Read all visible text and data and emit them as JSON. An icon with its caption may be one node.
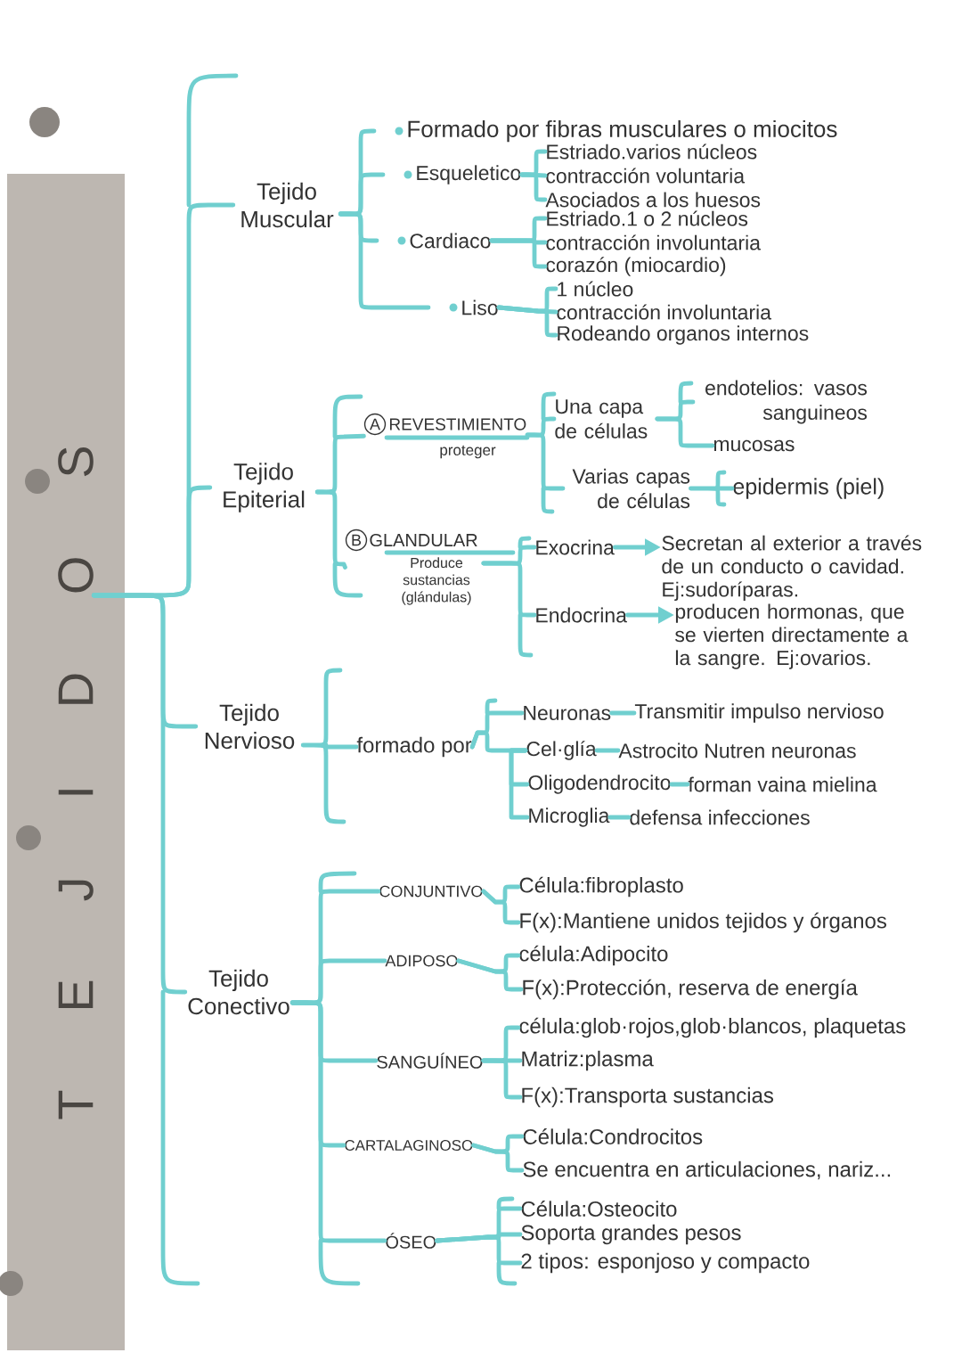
{
  "diagram": {
    "nodes": [
      {
        "text": [
          "T E J I D O S"
        ]
      },
      {
        "text": [
          "Tejido Muscular"
        ]
      },
      {
        "text": [
          "Formado por fibras musculares o miocitos"
        ]
      },
      {
        "text": [
          "Esqueletico"
        ]
      },
      {
        "text": [
          "Estriado.varios núcleos"
        ]
      },
      {
        "text": [
          "contracción voluntaria"
        ]
      },
      {
        "text": [
          "Asociados a los huesos"
        ]
      },
      {
        "text": [
          "Cardiaco"
        ]
      },
      {
        "text": [
          "Estriado.1 o 2 núcleos"
        ]
      },
      {
        "text": [
          "contracción involuntaria"
        ]
      },
      {
        "text": [
          "corazón (miocardio)"
        ]
      },
      {
        "text": [
          "Liso"
        ]
      },
      {
        "text": [
          "1 núcleo"
        ]
      },
      {
        "text": [
          "contracción involuntaria"
        ]
      },
      {
        "text": [
          "Rodeando organos internos"
        ]
      },
      {
        "text": [
          "Tejido Epiterial"
        ]
      },
      {
        "text": [
          "A",
          "REVESTIMIENTO",
          "proteger"
        ]
      },
      {
        "text": [
          "Una capa de células"
        ]
      },
      {
        "text": [
          "Varias capas de células"
        ]
      },
      {
        "text": [
          "endotelios: vasos sanguineos"
        ]
      },
      {
        "text": [
          "mucosas"
        ]
      },
      {
        "text": [
          "epidermis (piel)"
        ]
      },
      {
        "text": [
          "B",
          "GLANDULAR",
          "Produce sustancias (glándulas)"
        ]
      },
      {
        "text": [
          "Exocrina"
        ]
      },
      {
        "text": [
          "Secretan al exterior a través de un conducto o cavidad. Ej:sudoríparas."
        ]
      },
      {
        "text": [
          "Endocrina"
        ]
      },
      {
        "text": [
          "producen hormonas, que se vierten directamente a la sangre. Ej:ovarios."
        ]
      },
      {
        "text": [
          "Tejido Nervioso"
        ]
      },
      {
        "text": [
          "formado por"
        ]
      },
      {
        "text": [
          "Neuronas"
        ]
      },
      {
        "text": [
          "Transmitir impulso nervioso"
        ]
      },
      {
        "text": [
          "Cel·glía"
        ]
      },
      {
        "text": [
          "Astrocito Nutren neuronas"
        ]
      },
      {
        "text": [
          "Oligodendrocito"
        ]
      },
      {
        "text": [
          "forman vaina mielina"
        ]
      },
      {
        "text": [
          "Microglia"
        ]
      },
      {
        "text": [
          "defensa infecciones"
        ]
      },
      {
        "text": [
          "Tejido Conectivo"
        ]
      },
      {
        "text": [
          "CONJUNTIVO"
        ]
      },
      {
        "text": [
          "Célula:fibroplasto"
        ]
      },
      {
        "text": [
          "F(x):Mantiene unidos tejidos y órganos"
        ]
      },
      {
        "text": [
          "ADIPOSO"
        ]
      },
      {
        "text": [
          "célula:Adipocito"
        ]
      },
      {
        "text": [
          "F(x):Protección, reserva de energía"
        ]
      },
      {
        "text": [
          "SANGUÍNEO"
        ]
      },
      {
        "text": [
          "célula:glob·rojos,glob·blancos, plaquetas"
        ]
      },
      {
        "text": [
          "Matriz:plasma"
        ]
      },
      {
        "text": [
          "F(x):Transporta sustancias"
        ]
      },
      {
        "text": [
          "CARTALAGINOSO"
        ]
      },
      {
        "text": [
          "Célula:Condrocitos"
        ]
      },
      {
        "text": [
          "Se encuentra en articulaciones, nariz..."
        ]
      },
      {
        "text": [
          "ÓSEO"
        ]
      },
      {
        "text": [
          "Célula:Osteocito"
        ]
      },
      {
        "text": [
          "Soporta grandes pesos"
        ]
      },
      {
        "text": [
          "2 tipos: esponjoso y compacto"
        ]
      }
    ],
    "edges": [
      {
        "from": 0,
        "to": 1,
        "arrow": "none"
      },
      {
        "from": 0,
        "to": 15,
        "arrow": "none"
      },
      {
        "from": 0,
        "to": 27,
        "arrow": "none"
      },
      {
        "from": 0,
        "to": 37,
        "arrow": "none"
      },
      {
        "from": 1,
        "to": 2,
        "arrow": "none"
      },
      {
        "from": 1,
        "to": 3,
        "arrow": "none"
      },
      {
        "from": 1,
        "to": 7,
        "arrow": "none"
      },
      {
        "from": 1,
        "to": 11,
        "arrow": "none"
      },
      {
        "from": 3,
        "to": 4,
        "arrow": "none"
      },
      {
        "from": 3,
        "to": 5,
        "arrow": "none"
      },
      {
        "from": 3,
        "to": 6,
        "arrow": "none"
      },
      {
        "from": 7,
        "to": 8,
        "arrow": "none"
      },
      {
        "from": 7,
        "to": 9,
        "arrow": "none"
      },
      {
        "from": 7,
        "to": 10,
        "arrow": "none"
      },
      {
        "from": 11,
        "to": 12,
        "arrow": "none"
      },
      {
        "from": 11,
        "to": 13,
        "arrow": "none"
      },
      {
        "from": 11,
        "to": 14,
        "arrow": "none"
      },
      {
        "from": 15,
        "to": 16,
        "arrow": "none"
      },
      {
        "from": 15,
        "to": 22,
        "arrow": "none"
      },
      {
        "from": 16,
        "to": 17,
        "arrow": "none"
      },
      {
        "from": 16,
        "to": 18,
        "arrow": "none"
      },
      {
        "from": 17,
        "to": 19,
        "arrow": "none"
      },
      {
        "from": 17,
        "to": 20,
        "arrow": "none"
      },
      {
        "from": 18,
        "to": 21,
        "arrow": "none"
      },
      {
        "from": 22,
        "to": 23,
        "arrow": "none"
      },
      {
        "from": 22,
        "to": 25,
        "arrow": "none"
      },
      {
        "from": 23,
        "to": 24,
        "arrow": "to"
      },
      {
        "from": 25,
        "to": 26,
        "arrow": "to"
      },
      {
        "from": 27,
        "to": 28,
        "arrow": "none"
      },
      {
        "from": 28,
        "to": 29,
        "arrow": "none"
      },
      {
        "from": 28,
        "to": 31,
        "arrow": "none"
      },
      {
        "from": 29,
        "to": 30,
        "arrow": "none"
      },
      {
        "from": 31,
        "to": 32,
        "arrow": "none"
      },
      {
        "from": 31,
        "to": 33,
        "arrow": "none"
      },
      {
        "from": 31,
        "to": 35,
        "arrow": "none"
      },
      {
        "from": 33,
        "to": 34,
        "arrow": "none"
      },
      {
        "from": 35,
        "to": 36,
        "arrow": "none"
      },
      {
        "from": 37,
        "to": 38,
        "arrow": "none"
      },
      {
        "from": 37,
        "to": 41,
        "arrow": "none"
      },
      {
        "from": 37,
        "to": 44,
        "arrow": "none"
      },
      {
        "from": 37,
        "to": 48,
        "arrow": "none"
      },
      {
        "from": 37,
        "to": 51,
        "arrow": "none"
      },
      {
        "from": 38,
        "to": 39,
        "arrow": "none"
      },
      {
        "from": 38,
        "to": 40,
        "arrow": "none"
      },
      {
        "from": 41,
        "to": 42,
        "arrow": "none"
      },
      {
        "from": 41,
        "to": 43,
        "arrow": "none"
      },
      {
        "from": 44,
        "to": 45,
        "arrow": "none"
      },
      {
        "from": 44,
        "to": 46,
        "arrow": "none"
      },
      {
        "from": 44,
        "to": 47,
        "arrow": "none"
      },
      {
        "from": 48,
        "to": 49,
        "arrow": "none"
      },
      {
        "from": 48,
        "to": 50,
        "arrow": "none"
      },
      {
        "from": 51,
        "to": 52,
        "arrow": "none"
      },
      {
        "from": 51,
        "to": 53,
        "arrow": "none"
      },
      {
        "from": 51,
        "to": 54,
        "arrow": "none"
      }
    ]
  }
}
